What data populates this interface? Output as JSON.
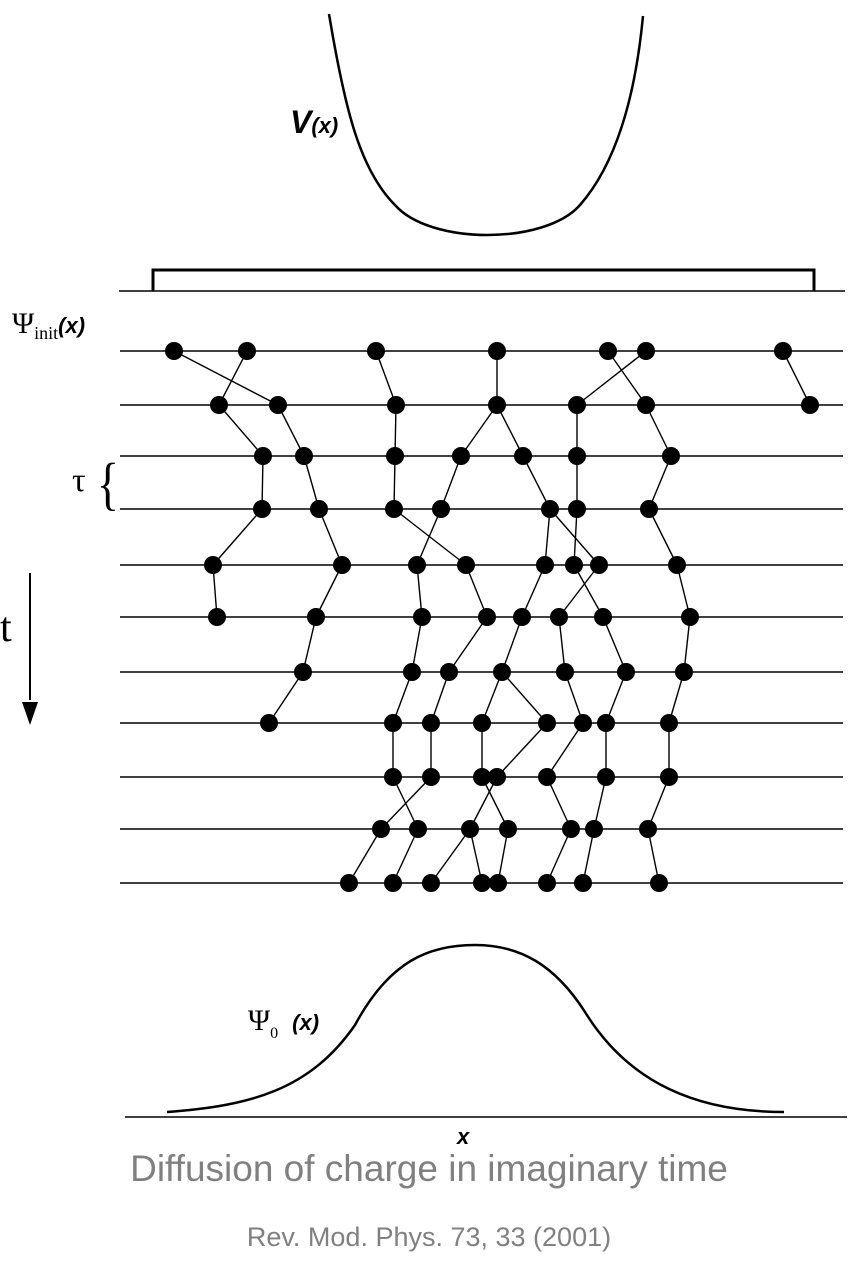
{
  "labels": {
    "potential": "V",
    "potential_arg": "(x)",
    "psi_init_symbol": "Ψ",
    "psi_init_sub": "init",
    "psi_init_arg": "(x)",
    "tau": "τ",
    "brace": "{",
    "time": "t",
    "psi0_symbol": "Ψ",
    "psi0_sub": "0",
    "psi0_arg": "(x)",
    "x_axis": "x"
  },
  "caption": "Diffusion of charge in imaginary time",
  "citation": "Rev. Mod. Phys. 73, 33 (2001)",
  "colors": {
    "ink": "#000000",
    "caption": "#808080",
    "background": "#ffffff"
  },
  "walker_grid": {
    "line_x_start": 120,
    "line_x_end": 843,
    "rows_y": [
      351,
      405,
      456,
      509,
      565,
      617,
      672,
      723,
      777,
      829,
      883
    ],
    "rows_x": [
      [
        174,
        247,
        376,
        497,
        608,
        646,
        783
      ],
      [
        219,
        278,
        396,
        497,
        577,
        646,
        810
      ],
      [
        263,
        304,
        395,
        461,
        523,
        577,
        671
      ],
      [
        262,
        319,
        394,
        441,
        550,
        577,
        649
      ],
      [
        213,
        342,
        417,
        466,
        545,
        574,
        599,
        677
      ],
      [
        217,
        316,
        422,
        487,
        522,
        559,
        603,
        690
      ],
      [
        303,
        412,
        449,
        502,
        565,
        626,
        684
      ],
      [
        269,
        393,
        431,
        482,
        547,
        583,
        606,
        669
      ],
      [
        393,
        431,
        482,
        497,
        547,
        606,
        669
      ],
      [
        381,
        418,
        470,
        508,
        571,
        594,
        648
      ],
      [
        349,
        393,
        431,
        482,
        498,
        547,
        583,
        659
      ]
    ],
    "links": [
      [
        [
          0,
          0
        ],
        [
          1,
          1
        ]
      ],
      [
        [
          0,
          1
        ],
        [
          1,
          0
        ]
      ],
      [
        [
          0,
          2
        ],
        [
          1,
          2
        ]
      ],
      [
        [
          0,
          3
        ],
        [
          1,
          3
        ]
      ],
      [
        [
          0,
          4
        ],
        [
          1,
          5
        ]
      ],
      [
        [
          0,
          5
        ],
        [
          1,
          4
        ]
      ],
      [
        [
          0,
          6
        ],
        [
          1,
          6
        ]
      ],
      [
        [
          1,
          0
        ],
        [
          2,
          0
        ]
      ],
      [
        [
          1,
          1
        ],
        [
          2,
          1
        ]
      ],
      [
        [
          1,
          2
        ],
        [
          2,
          2
        ]
      ],
      [
        [
          1,
          3
        ],
        [
          2,
          3
        ]
      ],
      [
        [
          1,
          3
        ],
        [
          2,
          4
        ]
      ],
      [
        [
          1,
          4
        ],
        [
          2,
          5
        ]
      ],
      [
        [
          1,
          5
        ],
        [
          2,
          6
        ]
      ],
      [
        [
          2,
          0
        ],
        [
          3,
          0
        ]
      ],
      [
        [
          2,
          1
        ],
        [
          3,
          1
        ]
      ],
      [
        [
          2,
          2
        ],
        [
          3,
          2
        ]
      ],
      [
        [
          2,
          3
        ],
        [
          3,
          3
        ]
      ],
      [
        [
          2,
          4
        ],
        [
          3,
          4
        ]
      ],
      [
        [
          2,
          5
        ],
        [
          3,
          5
        ]
      ],
      [
        [
          2,
          6
        ],
        [
          3,
          6
        ]
      ],
      [
        [
          3,
          0
        ],
        [
          4,
          0
        ]
      ],
      [
        [
          3,
          1
        ],
        [
          4,
          1
        ]
      ],
      [
        [
          3,
          2
        ],
        [
          4,
          3
        ]
      ],
      [
        [
          3,
          3
        ],
        [
          4,
          2
        ]
      ],
      [
        [
          3,
          4
        ],
        [
          4,
          4
        ]
      ],
      [
        [
          3,
          4
        ],
        [
          4,
          6
        ]
      ],
      [
        [
          3,
          5
        ],
        [
          4,
          5
        ]
      ],
      [
        [
          3,
          6
        ],
        [
          4,
          7
        ]
      ],
      [
        [
          4,
          0
        ],
        [
          5,
          0
        ]
      ],
      [
        [
          4,
          1
        ],
        [
          5,
          1
        ]
      ],
      [
        [
          4,
          2
        ],
        [
          5,
          2
        ]
      ],
      [
        [
          4,
          3
        ],
        [
          5,
          3
        ]
      ],
      [
        [
          4,
          4
        ],
        [
          5,
          4
        ]
      ],
      [
        [
          4,
          5
        ],
        [
          5,
          6
        ]
      ],
      [
        [
          4,
          6
        ],
        [
          5,
          5
        ]
      ],
      [
        [
          4,
          7
        ],
        [
          5,
          7
        ]
      ],
      [
        [
          5,
          1
        ],
        [
          6,
          0
        ]
      ],
      [
        [
          5,
          2
        ],
        [
          6,
          1
        ]
      ],
      [
        [
          5,
          3
        ],
        [
          6,
          2
        ]
      ],
      [
        [
          5,
          4
        ],
        [
          6,
          3
        ]
      ],
      [
        [
          5,
          5
        ],
        [
          6,
          4
        ]
      ],
      [
        [
          5,
          6
        ],
        [
          6,
          5
        ]
      ],
      [
        [
          5,
          7
        ],
        [
          6,
          6
        ]
      ],
      [
        [
          6,
          0
        ],
        [
          7,
          0
        ]
      ],
      [
        [
          6,
          1
        ],
        [
          7,
          1
        ]
      ],
      [
        [
          6,
          2
        ],
        [
          7,
          2
        ]
      ],
      [
        [
          6,
          3
        ],
        [
          7,
          3
        ]
      ],
      [
        [
          6,
          3
        ],
        [
          7,
          4
        ]
      ],
      [
        [
          6,
          4
        ],
        [
          7,
          5
        ]
      ],
      [
        [
          6,
          5
        ],
        [
          7,
          6
        ]
      ],
      [
        [
          6,
          6
        ],
        [
          7,
          7
        ]
      ],
      [
        [
          7,
          1
        ],
        [
          8,
          0
        ]
      ],
      [
        [
          7,
          2
        ],
        [
          8,
          1
        ]
      ],
      [
        [
          7,
          3
        ],
        [
          8,
          2
        ]
      ],
      [
        [
          7,
          4
        ],
        [
          8,
          3
        ]
      ],
      [
        [
          7,
          5
        ],
        [
          8,
          4
        ]
      ],
      [
        [
          7,
          6
        ],
        [
          8,
          5
        ]
      ],
      [
        [
          7,
          7
        ],
        [
          8,
          6
        ]
      ],
      [
        [
          8,
          0
        ],
        [
          9,
          1
        ]
      ],
      [
        [
          8,
          1
        ],
        [
          9,
          0
        ]
      ],
      [
        [
          8,
          2
        ],
        [
          9,
          3
        ]
      ],
      [
        [
          8,
          3
        ],
        [
          9,
          2
        ]
      ],
      [
        [
          8,
          4
        ],
        [
          9,
          4
        ]
      ],
      [
        [
          8,
          5
        ],
        [
          9,
          5
        ]
      ],
      [
        [
          8,
          6
        ],
        [
          9,
          6
        ]
      ],
      [
        [
          9,
          0
        ],
        [
          10,
          0
        ]
      ],
      [
        [
          9,
          1
        ],
        [
          10,
          1
        ]
      ],
      [
        [
          9,
          2
        ],
        [
          10,
          2
        ]
      ],
      [
        [
          9,
          2
        ],
        [
          10,
          3
        ]
      ],
      [
        [
          9,
          3
        ],
        [
          10,
          4
        ]
      ],
      [
        [
          9,
          4
        ],
        [
          10,
          5
        ]
      ],
      [
        [
          9,
          5
        ],
        [
          10,
          6
        ]
      ],
      [
        [
          9,
          6
        ],
        [
          10,
          7
        ]
      ]
    ],
    "dot_radius": 9
  }
}
